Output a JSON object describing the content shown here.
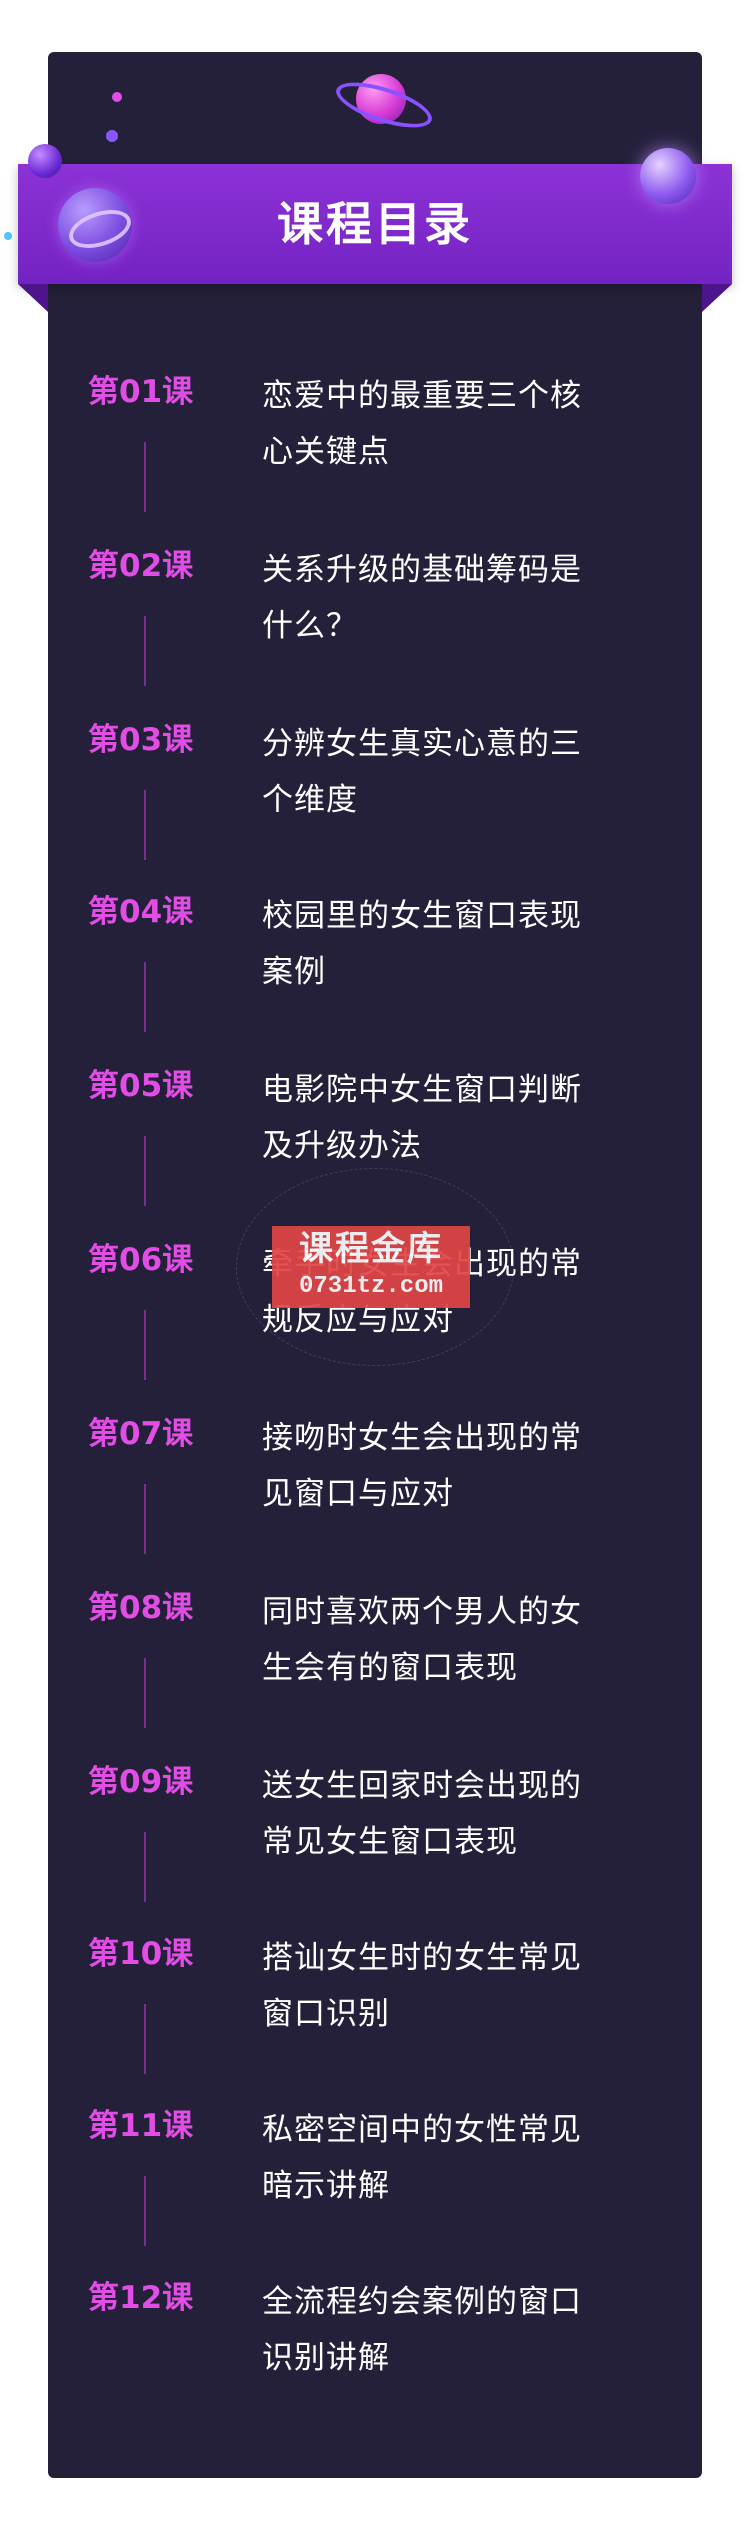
{
  "header": {
    "title": "课程目录"
  },
  "lessons": [
    {
      "label": "第01课",
      "title_line1": "恋爱中的最重要三个核",
      "title_line2": "心关键点"
    },
    {
      "label": "第02课",
      "title_line1": "关系升级的基础筹码是",
      "title_line2": "什么？"
    },
    {
      "label": "第03课",
      "title_line1": "分辨女生真实心意的三",
      "title_line2": "个维度"
    },
    {
      "label": "第04课",
      "title_line1": "校园里的女生窗口表现",
      "title_line2": "案例"
    },
    {
      "label": "第05课",
      "title_line1": "电影院中女生窗口判断",
      "title_line2": "及升级办法"
    },
    {
      "label": "第06课",
      "title_line1": "牵手时女生会出现的常",
      "title_line2": "规反应与应对"
    },
    {
      "label": "第07课",
      "title_line1": "接吻时女生会出现的常",
      "title_line2": "见窗口与应对"
    },
    {
      "label": "第08课",
      "title_line1": "同时喜欢两个男人的女",
      "title_line2": "生会有的窗口表现"
    },
    {
      "label": "第09课",
      "title_line1": "送女生回家时会出现的",
      "title_line2": "常见女生窗口表现"
    },
    {
      "label": "第10课",
      "title_line1": "搭讪女生时的女生常见",
      "title_line2": "窗口识别"
    },
    {
      "label": "第11课",
      "title_line1": "私密空间中的女性常见",
      "title_line2": "暗示讲解"
    },
    {
      "label": "第12课",
      "title_line1": "全流程约会案例的窗口",
      "title_line2": "识别讲解"
    }
  ],
  "watermark": {
    "main": "课程金库",
    "sub": "0731tz.com"
  },
  "colors": {
    "card_background": "#24203a",
    "banner": "#8c32d6",
    "lesson_label": "#e24de5",
    "lesson_title": "#ffffff",
    "watermark": "#e04546"
  }
}
